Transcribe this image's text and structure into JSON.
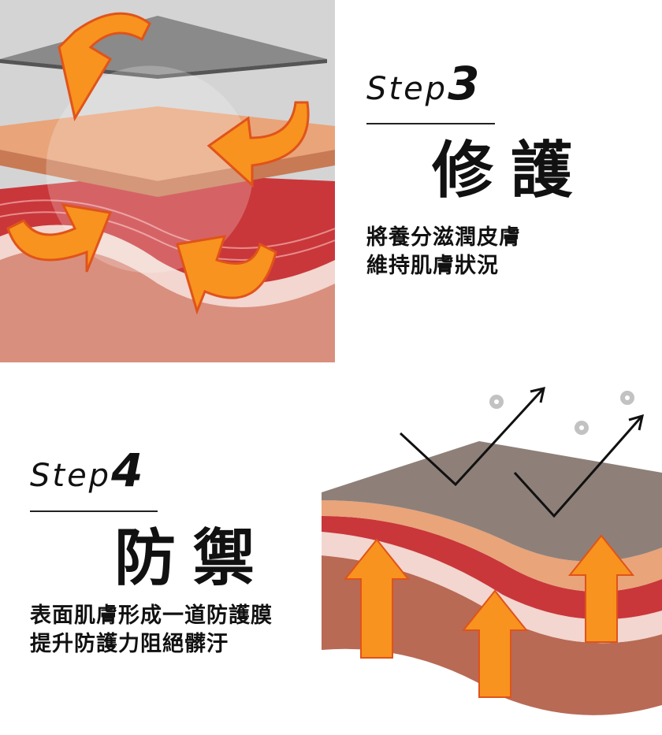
{
  "step3": {
    "step_word": "Step",
    "step_number": "3",
    "title": "修護",
    "description_lines": [
      "將養分滋潤皮膚",
      "維持肌膚狀況"
    ]
  },
  "step4": {
    "step_word": "Step",
    "step_number": "4",
    "title": "防禦",
    "description_lines": [
      "表面肌膚形成一道防護膜",
      "提升防護力阻絕髒汙"
    ]
  },
  "colors": {
    "arrow_orange": "#f7931e",
    "skin_top": "#e9a47a",
    "skin_red": "#c9373a",
    "skin_base": "#d98f7e",
    "film_gray": "#6f6f6f",
    "panel_gray": "#d4d4d4"
  }
}
